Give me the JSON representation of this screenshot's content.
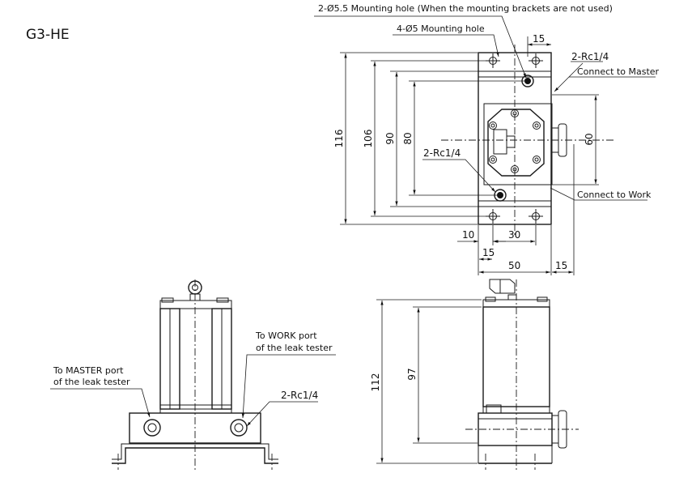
{
  "model": "G3-HE",
  "callouts": {
    "mount_hole_55": "2-Ø5.5 Mounting hole (When the mounting brackets are not used)",
    "mount_hole_5": "4-Ø5 Mounting hole",
    "port_top": "2-Rc1/4",
    "connect_master": "Connect to Master",
    "port_left": "2-Rc1/4",
    "connect_work": "Connect to Work",
    "to_work_1": "To WORK port",
    "to_work_2": "of the leak tester",
    "to_master_1": "To MASTER port",
    "to_master_2": "of the leak tester",
    "port_front": "2-Rc1/4"
  },
  "dimensions": {
    "d15_top": "15",
    "d116": "116",
    "d106": "106",
    "d90": "90",
    "d80": "80",
    "d60": "60",
    "d10": "10",
    "d30": "30",
    "d15_lower": "15",
    "d50": "50",
    "d15_right": "15",
    "d112": "112",
    "d97": "97"
  }
}
